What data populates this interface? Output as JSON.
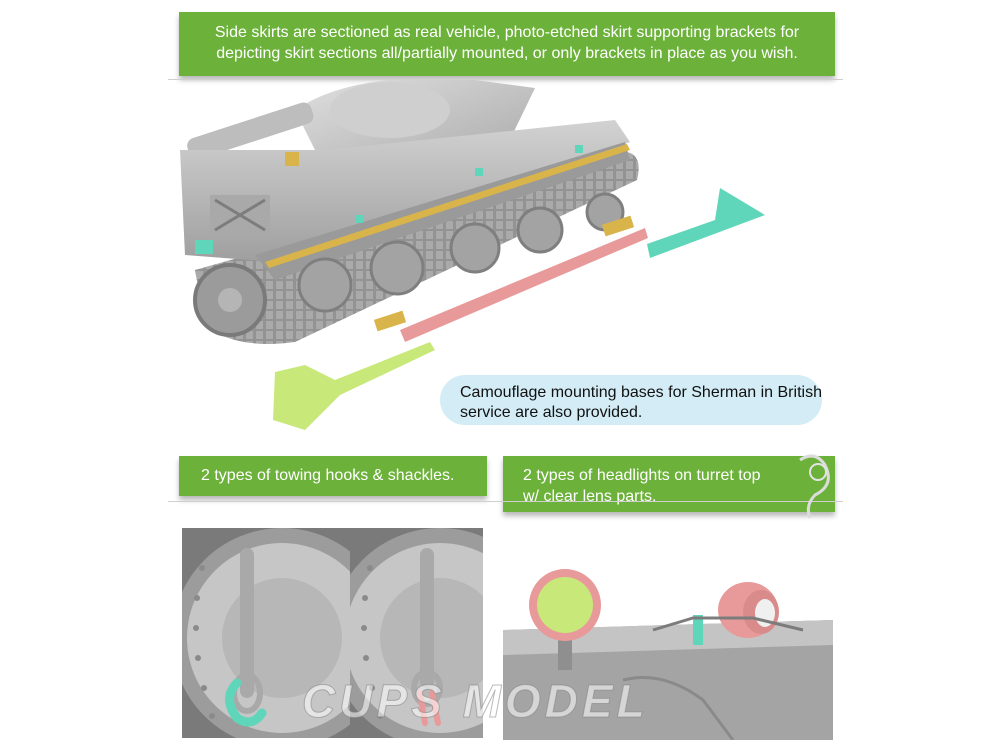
{
  "captions": {
    "top": {
      "line1": "Side skirts are sectioned as real vehicle, photo-etched skirt supporting brackets for",
      "line2": "depicting skirt sections all/partially mounted, or only brackets in place as you wish."
    },
    "bubble": {
      "line1": "Camouflage mounting bases for Sherman in British",
      "line2": "service are also provided."
    },
    "hooks": "2 types of towing hooks & shackles.",
    "lights": {
      "line1": "2 types of headlights on turret top",
      "line2": "w/ clear lens parts."
    }
  },
  "watermark": "CUPS MODEL",
  "colors": {
    "banner_green": "#6cb23a",
    "bubble_blue": "#d3ecf5",
    "model_grey": "#b9b9b9",
    "teal_part": "#5fd6b9",
    "pink_part": "#e89a9a",
    "lime_part": "#c8e87a",
    "brass_part": "#d8b44a"
  }
}
